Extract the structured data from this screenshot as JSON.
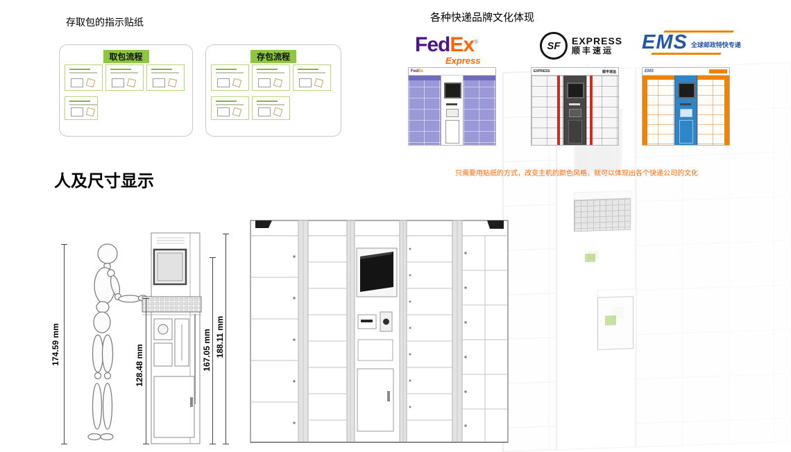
{
  "stickers": {
    "title": "存取包的指示贴纸",
    "pickup": {
      "header": "取包流程"
    },
    "deposit": {
      "header": "存包流程"
    },
    "accent_green": "#8dc63f"
  },
  "brands": {
    "title": "各种快递品牌文化体现",
    "caption": "只需要用贴纸的方式，改变主机的颜色风格，就可以体现出各个快递公司的文化",
    "caption_color": "#ff6600",
    "fedex": {
      "fed": "Fed",
      "ex": "Ex",
      "reg": "®",
      "sub": "Express",
      "purple": "#4d148c",
      "orange": "#ff6600"
    },
    "sf": {
      "mark": "SF",
      "en": "EXPRESS",
      "cn": "顺丰速运",
      "black": "#141414",
      "red": "#cc2d21"
    },
    "ems": {
      "en": "EMS",
      "cn": "全球邮政特快专递",
      "blue": "#2456a4",
      "orange": "#f08300"
    }
  },
  "machines": {
    "fedex": {
      "door_color": "#9b98d8",
      "band_color": "#6f6bbd",
      "console_color": "#ffffff"
    },
    "sf": {
      "door_color": "#f6f6f6",
      "stripe_color": "#cc2d21",
      "console_color": "#474747"
    },
    "ems": {
      "door_color": "#fffdfa",
      "stripe_color": "#f08300",
      "console_color": "#2e86c8"
    }
  },
  "dimensions": {
    "title": "人及尺寸显示",
    "human_height": "174.59 mm",
    "keyboard_height": "128.48 mm",
    "screen_height": "167.05 mm",
    "cabinet_height": "188.11 mm"
  }
}
